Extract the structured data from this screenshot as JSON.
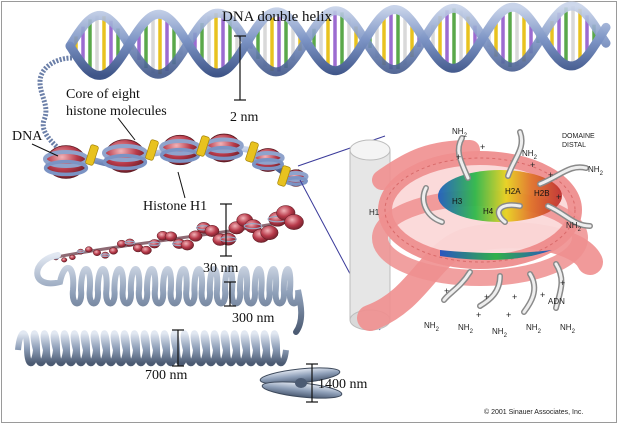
{
  "labels": {
    "dna_double_helix": "DNA double helix",
    "two_nm": "2 nm",
    "core_line1": "Core of eight",
    "core_line2": "histone molecules",
    "dna": "DNA",
    "histone_h1": "Histone H1",
    "thirty_nm": "30 nm",
    "three_hundred_nm": "300 nm",
    "seven_hundred_nm": "700 nm",
    "fourteen_hundred_nm": "1400 nm"
  },
  "nucleosome": {
    "h1": "H1",
    "h3": "H3",
    "h2a": "H2A",
    "h2b": "H2B",
    "h4": "H4",
    "domaine_line1": "DOMAINE",
    "domaine_line2": "DISTAL",
    "adn": "ADN",
    "nh2": "NH",
    "nh2_sub": "2",
    "plus": "+"
  },
  "copyright": "© 2001 Sinauer Associates, Inc.",
  "colors": {
    "helix_backbone": "#7b93c4",
    "histone_red": "#b83a4a",
    "h1_yellow": "#e8c21f",
    "inset_pink": "#ef8f8f",
    "inset_line": "#3a3a9a"
  }
}
